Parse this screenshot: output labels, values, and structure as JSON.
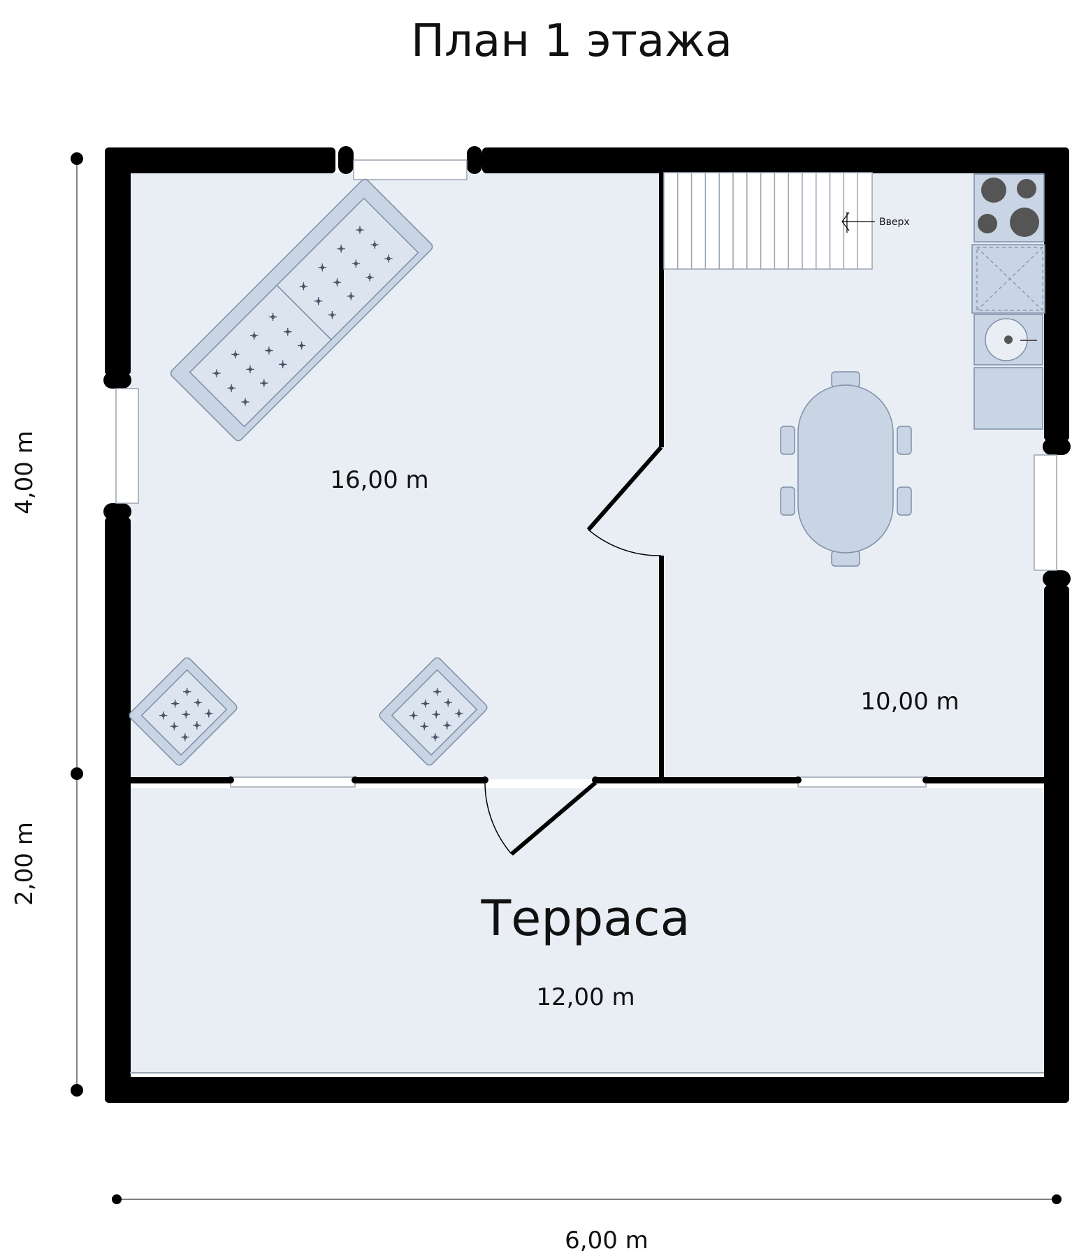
{
  "title": "План 1 этажа",
  "rooms": {
    "living": {
      "area": "16,00 m"
    },
    "kitchen": {
      "area": "10,00 m"
    },
    "terrace": {
      "name": "Терраса",
      "area": "12,00 m"
    }
  },
  "stairs": {
    "label": "Вверх"
  },
  "dimensions": {
    "width": "6,00 m",
    "height_upper": "4,00 m",
    "height_lower": "2,00 m"
  },
  "colors": {
    "floor": "#e9eef4",
    "wall": "#000000",
    "furniture_fill": "#c9d4e4",
    "furniture_stroke": "#7f8fa8"
  }
}
